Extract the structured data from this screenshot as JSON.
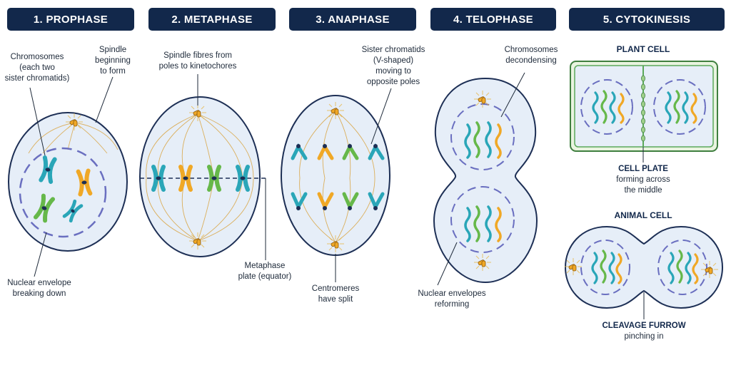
{
  "headers": {
    "prophase": "1. PROPHASE",
    "metaphase": "2. METAPHASE",
    "anaphase": "3. ANAPHASE",
    "telophase": "4. TELOPHASE",
    "cytokinesis": "5. CYTOKINESIS"
  },
  "prophase": {
    "chromosomes_label": [
      "Chromosomes",
      "(each two",
      "sister chromatids)"
    ],
    "spindle_label": [
      "Spindle",
      "beginning",
      "to form"
    ],
    "envelope_label": [
      "Nuclear envelope",
      "breaking down"
    ]
  },
  "metaphase": {
    "spindle_label": [
      "Spindle fibres from",
      "poles to kinetochores"
    ],
    "plate_label": [
      "Metaphase",
      "plate (equator)"
    ]
  },
  "anaphase": {
    "chromatids_label": [
      "Sister chromatids",
      "(V-shaped)",
      "moving to",
      "opposite poles"
    ],
    "centromeres_label": [
      "Centromeres",
      "have split"
    ]
  },
  "telophase": {
    "decondensing_label": [
      "Chromosomes",
      "decondensing"
    ],
    "envelopes_label": [
      "Nuclear envelopes",
      "reforming"
    ]
  },
  "cytokinesis": {
    "plant_title": "PLANT CELL",
    "cell_plate_title": "CELL PLATE",
    "cell_plate_desc": [
      "forming across",
      "the middle"
    ],
    "animal_title": "ANIMAL CELL",
    "furrow_title": "CLEAVAGE FURROW",
    "furrow_desc": "pinching in"
  },
  "colors": {
    "header_bg": "#12284b",
    "cell_fill": "#e6eef8",
    "cell_stroke": "#1d2f55",
    "spindle": "#d9a441",
    "chromosome_teal": "#2aa6b8",
    "chromosome_orange": "#f0a826",
    "chromosome_green": "#66b84a",
    "envelope": "#6a6fc0",
    "plant_wall": "#5aa85a"
  }
}
